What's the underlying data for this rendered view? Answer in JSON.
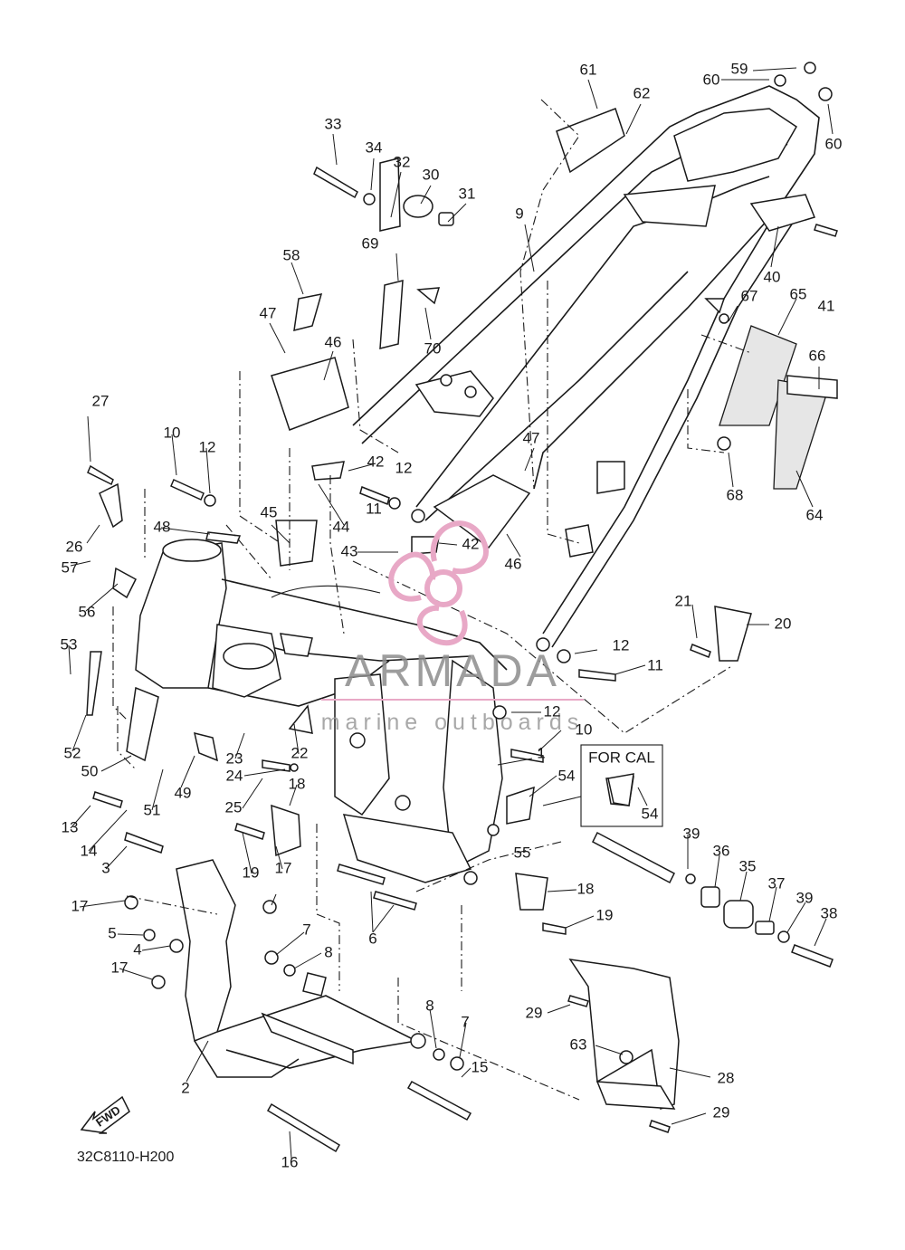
{
  "diagram": {
    "part_code": "32C8110-H200",
    "variant_box_label": "FOR CAL",
    "forward_arrow_label": "FWD",
    "callouts": [
      "1",
      "2",
      "3",
      "4",
      "5",
      "6",
      "7",
      "7",
      "8",
      "8",
      "9",
      "10",
      "10",
      "11",
      "11",
      "12",
      "12",
      "12",
      "12",
      "13",
      "14",
      "15",
      "16",
      "17",
      "17",
      "17",
      "18",
      "18",
      "19",
      "19",
      "20",
      "21",
      "22",
      "23",
      "24",
      "25",
      "26",
      "27",
      "28",
      "29",
      "29",
      "30",
      "31",
      "32",
      "33",
      "34",
      "35",
      "36",
      "37",
      "38",
      "39",
      "39",
      "40",
      "41",
      "42",
      "42",
      "43",
      "44",
      "45",
      "46",
      "46",
      "47",
      "47",
      "48",
      "49",
      "50",
      "51",
      "52",
      "53",
      "54",
      "54",
      "55",
      "56",
      "57",
      "58",
      "59",
      "60",
      "60",
      "61",
      "62",
      "63",
      "64",
      "65",
      "66",
      "67",
      "68",
      "69",
      "70"
    ]
  },
  "watermark": {
    "name": "ARMADA",
    "tagline": "marine outboards",
    "color": "#e8a8c6"
  }
}
